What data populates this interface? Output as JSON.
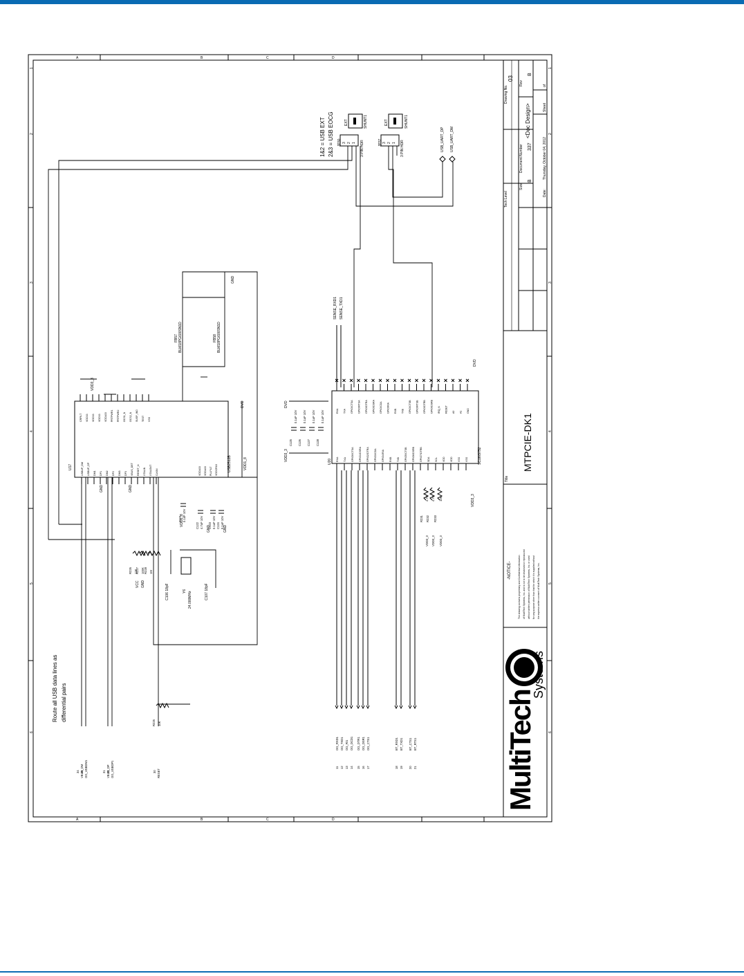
{
  "sheet": {
    "title_label": "Title",
    "title": "MTPCIE-DK1",
    "date_label": "Date:",
    "date": "Thursday, October 04, 2012",
    "size_label": "Size",
    "size": "B",
    "doc_number_label": "Document Number",
    "doc_number": "337",
    "project": "<Doc Design>",
    "sheet_label": "Sheet",
    "sheet_of": "of",
    "rev_label": "Rev",
    "rev": "B",
    "drawing_label": "Drawing No.",
    "drawing_no": "03",
    "tech_label": "Tech Level",
    "col_labels": [
      "6",
      "5",
      "4",
      "3",
      "2",
      "1"
    ],
    "row_labels": [
      "A",
      "B",
      "C",
      "D"
    ]
  },
  "notice": {
    "heading": "-NOTICE-",
    "lines": [
      "The drawing contains proprietary and Confidential information",
      "of MultiTech Systems, Inc. and is not to be disclosed or reproduced",
      "without written permission of MultiTech Systems, Inc. or used",
      "for any purpose other than that for which it is supplied without",
      "the express written consent of MultiTech Systems, Inc."
    ]
  },
  "logo": {
    "brand": "MultiTech",
    "sub": "Systems",
    "reg": "®"
  },
  "notes": {
    "route_1": "Route all USB data lines as",
    "route_2": "differential pairs",
    "usb_1": "1&2 = USB EXT",
    "usb_2": "2&3 = USB EOCG"
  },
  "jumpers": [
    {
      "ref": "JP30",
      "label": "3 PIN HDR",
      "pins": [
        "3",
        "2",
        "1"
      ],
      "jack": "SHUNT1",
      "cap": "EXT"
    },
    {
      "ref": "JP37",
      "label": "3 PIN HDR",
      "pins": [
        "3",
        "2",
        "1"
      ],
      "jack": "SHUNT1",
      "cap": "EXT"
    }
  ],
  "uart_nets": [
    "USB_UART_DP",
    "USB_UART_DM"
  ],
  "u_top": {
    "ref": "U17",
    "part": "USB2512B",
    "left_pins": [
      "USBUP_DM",
      "USBUP_DP",
      "DM1",
      "DP1",
      "DM2",
      "DP2",
      "DM3",
      "DP3",
      "VBUS_DET",
      "RESET_N",
      "XTALIN",
      "XTALOUT",
      "CLKIN"
    ],
    "right_pins": [
      "CRFILT",
      "VDD33",
      "VDD33",
      "VDD33",
      "VDDA33",
      "PRTPWR1",
      "PRTPWR2",
      "OCS1_N",
      "OCS2_N",
      "SUSP_IND",
      "TEST",
      "VSS"
    ],
    "bottom_pins": [
      "VDDA33",
      "VDDA33",
      "PLLFILT",
      "VDDCR18"
    ]
  },
  "u_top_nets": {
    "left": [
      "VBUS_DM",
      "OG_USBDM1",
      "VBUS_DP",
      "OG_USBDP1",
      "RESET"
    ],
    "pin_nums": [
      "34",
      "35",
      "31",
      "32",
      "30"
    ]
  },
  "crystal": {
    "ref": "Y6",
    "value": "24.000MHz",
    "c1": "C106 18pF",
    "c2": "C107 18pF"
  },
  "resistors": [
    {
      "ref": "R225",
      "value": "10K"
    },
    {
      "ref": "R226",
      "value": "12K"
    },
    {
      "ref": "R227",
      "value": "100K"
    },
    {
      "ref": "R228",
      "value": "1M"
    }
  ],
  "caps_top": [
    {
      "ref": "C121",
      "value": "0.1uF 10V"
    },
    {
      "ref": "C122",
      "value": "4.7uF 10V"
    },
    {
      "ref": "C123",
      "value": "0.1uF 10V"
    },
    {
      "ref": "C124",
      "value": "0.1uF 10V"
    }
  ],
  "ferrites": [
    {
      "ref": "FB57",
      "value": "BLM18PG600SN1D"
    },
    {
      "ref": "FB58",
      "value": "BLM18PG600SN1D"
    }
  ],
  "u_bot": {
    "ref": "U20",
    "part": "SC16IS752",
    "left_pins": [
      "RXA",
      "TXA",
      "GPIO0/CTSA",
      "GPIO1/DSRA",
      "GPIO2/DTRA",
      "GPIO3/CDA",
      "GPIO4/RIA",
      "RXB",
      "TXB",
      "GPIO5/CTSB",
      "GPIO6/DSRB",
      "GPIO7/DTRB",
      "SDA",
      "SCL",
      "VDD",
      "VDD",
      "VSS",
      "VSS"
    ],
    "right_pins": [
      "RXA",
      "TXA",
      "GPIO/CTSA",
      "GPIO/RTSA",
      "GPIO/DTRA",
      "GPIO/DSRA",
      "GPIO/CDA",
      "GPIO/RIA",
      "RXB",
      "TXB",
      "GPIO/CTSB",
      "GPIO/RTSB",
      "GPIO/DTRB",
      "GPIO/DSRB",
      "IRQ_N",
      "RESET",
      "A0",
      "A1",
      "GND"
    ]
  },
  "bot_nets": [
    "OG_RXD1",
    "OG_TXD1",
    "OG_RI1",
    "OG_DCD1",
    "OG_DTR1",
    "OG_DSR1",
    "OG_CTS1",
    "BT_RXD1",
    "BT_TXD1",
    "BT_CTS1",
    "BT_RTS1"
  ],
  "bot_pins": [
    "11",
    "12",
    "13",
    "14",
    "15",
    "16",
    "17",
    "18",
    "19",
    "20",
    "21"
  ],
  "bot_res": [
    {
      "ref": "R231",
      "value": "4.7K"
    },
    {
      "ref": "R232",
      "value": "4.7K"
    },
    {
      "ref": "R233",
      "value": "10K"
    }
  ],
  "bot_caps": [
    {
      "ref": "C125",
      "value": "0.1uF 10V"
    },
    {
      "ref": "C126",
      "value": "0.1uF 10V"
    },
    {
      "ref": "C127",
      "value": "0.1uF 10V"
    },
    {
      "ref": "C128",
      "value": "0.1uF 10V"
    }
  ],
  "sense_nets": [
    "SENSE_RXD1",
    "SENSE_TXD1"
  ],
  "power": {
    "vdd33": "VDD3_3",
    "gnd": "GND",
    "vcc": "VCC",
    "dvd": "DVD",
    "a18": "VDD1_8"
  }
}
